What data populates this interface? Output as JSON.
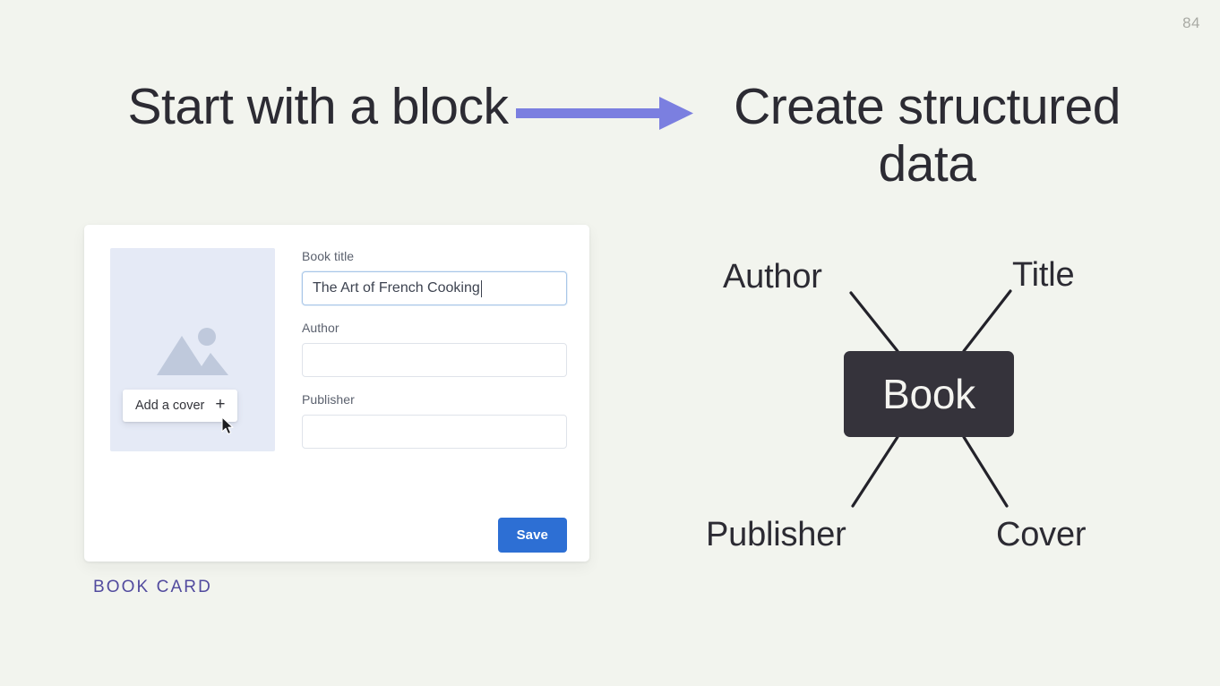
{
  "slide": {
    "page_number": "84",
    "background_color": "#f2f4ee",
    "accent_arrow_color": "#7b7fe0",
    "caption_color": "#514a9e",
    "entity_box_color": "#35333b",
    "save_button_color": "#2d6fd4"
  },
  "headings": {
    "left": "Start with a block",
    "right": "Create structured data"
  },
  "arrow": {
    "name": "right-arrow",
    "direction": "right"
  },
  "card": {
    "caption": "BOOK CARD",
    "cover": {
      "placeholder_icon": "image-placeholder-icon",
      "add_cover_label": "Add a cover",
      "add_cover_plus": "+"
    },
    "fields": [
      {
        "label": "Book title",
        "value": "The Art of French Cooking",
        "placeholder": "",
        "focused": true
      },
      {
        "label": "Author",
        "value": "",
        "placeholder": "",
        "focused": false
      },
      {
        "label": "Publisher",
        "value": "",
        "placeholder": "",
        "focused": false
      }
    ],
    "save_label": "Save"
  },
  "diagram": {
    "center_label": "Book",
    "nodes": [
      {
        "label": "Author",
        "position": "top-left"
      },
      {
        "label": "Title",
        "position": "top-right"
      },
      {
        "label": "Publisher",
        "position": "bottom-left"
      },
      {
        "label": "Cover",
        "position": "bottom-right"
      }
    ]
  }
}
